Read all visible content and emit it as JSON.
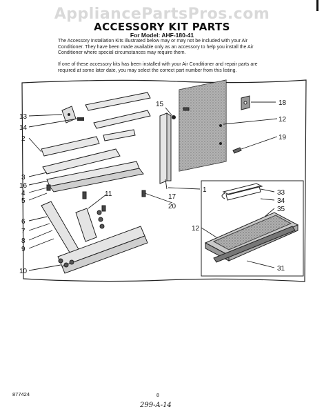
{
  "watermark": "AppliancePartsPros.com",
  "title": "ACCESSORY KIT PARTS",
  "subtitle": "For Model: AHF-180-41",
  "intro_paragraph": "The Accessory Installation Kits illustrated below may or may not be included with your Air Conditioner. They have been made available only as an accessory to help you install the Air Conditioner where special circumstances may require them.",
  "note_paragraph": "If one of these accessory kits has been installed with your Air Conditioner and repair parts are required at some later date, you may select the correct part number from this listing.",
  "callouts": {
    "c1": "1",
    "c2": "2",
    "c3": "3",
    "c4": "4",
    "c5": "5",
    "c6": "6",
    "c7": "7",
    "c8": "8",
    "c9": "9",
    "c10": "10",
    "c11": "11",
    "c12a": "12",
    "c12b": "12",
    "c13": "13",
    "c14": "14",
    "c15": "15",
    "c16": "16",
    "c17": "17",
    "c18": "18",
    "c19": "19",
    "c20": "20",
    "c31": "31",
    "c33": "33",
    "c34": "34",
    "c35": "35"
  },
  "footer": {
    "code": "877424",
    "page": "8",
    "handwritten": "299-A-14"
  }
}
